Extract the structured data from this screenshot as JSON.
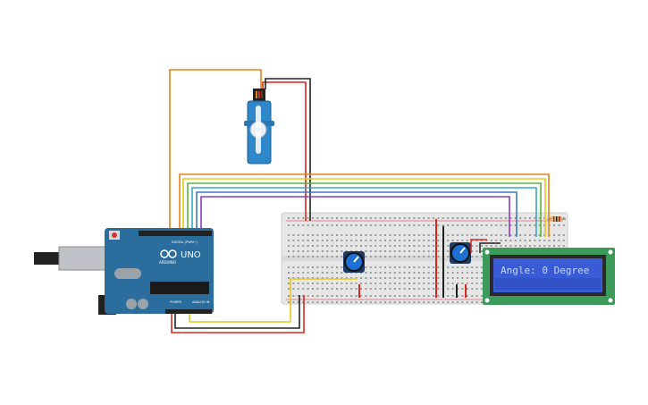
{
  "arduino": {
    "logo": "UNO",
    "brand": "ARDUINO",
    "header_digital": "DIGITAL (PWM~)",
    "header_power": "POWER",
    "header_analog": "ANALOG IN"
  },
  "lcd": {
    "text": "Angle: 0  Degree"
  },
  "colors": {
    "arduino_board": "#2b6e9e",
    "breadboard": "#e8e8e8",
    "lcd_pcb": "#3c9a5a",
    "lcd_screen": "#3a5bd6",
    "lcd_text": "#c9d6ff",
    "servo_body": "#2f86c8",
    "wire_orange": "#e8821c",
    "wire_red": "#d8271c",
    "wire_black": "#222222",
    "wire_yellow": "#e6c81c",
    "wire_green": "#58b53a",
    "wire_cyan": "#3aa7c8",
    "wire_blue": "#3a79c8",
    "wire_purple": "#8a3ac8"
  },
  "components": [
    "arduino-uno",
    "breadboard",
    "servo-motor",
    "potentiometer",
    "potentiometer",
    "lcd-16x2",
    "resistor"
  ]
}
